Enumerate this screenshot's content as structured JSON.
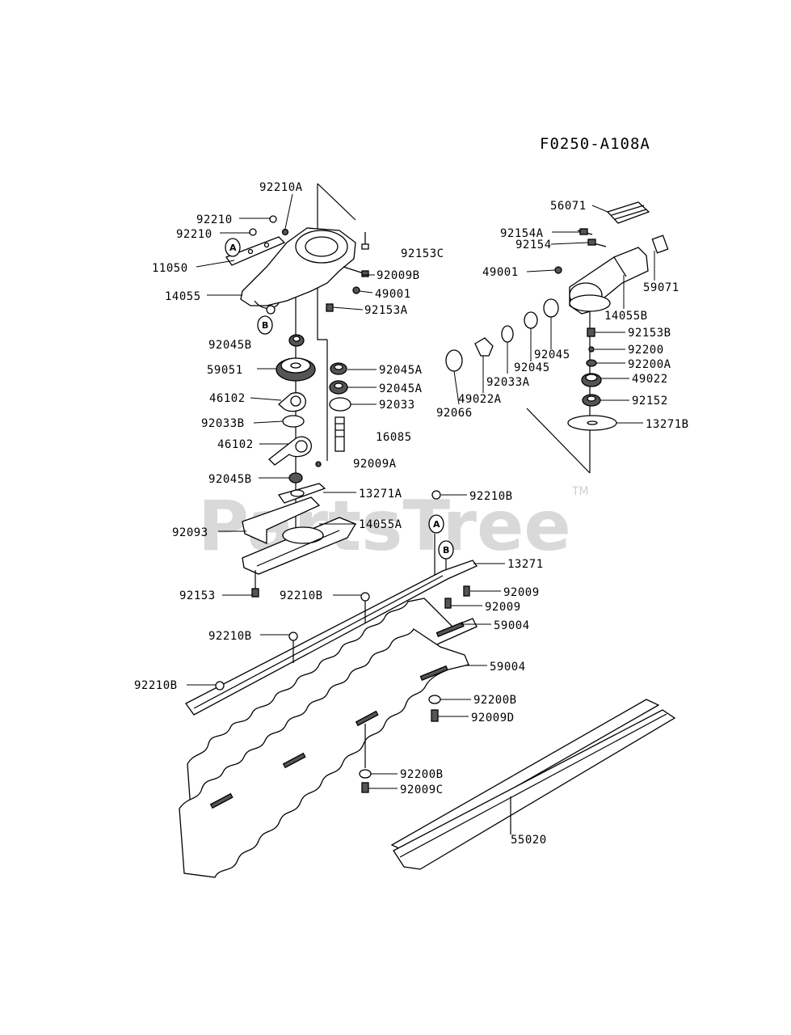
{
  "diagram": {
    "code": "F0250-A108A",
    "watermark": "PartsTree",
    "trademark": "TM",
    "callouts": {
      "a": "A",
      "b": "B"
    },
    "parts": {
      "p92210A": "92210A",
      "p92210_1": "92210",
      "p92210_2": "92210",
      "p11050": "11050",
      "p14055": "14055",
      "p92153C": "92153C",
      "p92009B": "92009B",
      "p49001_l": "49001",
      "p92153A": "92153A",
      "p92045B_1": "92045B",
      "p59051": "59051",
      "p92045A_1": "92045A",
      "p92045A_2": "92045A",
      "p46102_1": "46102",
      "p92033": "92033",
      "p92033B": "92033B",
      "p46102_2": "46102",
      "p16085": "16085",
      "p92009A": "92009A",
      "p92045B_2": "92045B",
      "p13271A": "13271A",
      "p92093": "92093",
      "p14055A": "14055A",
      "p92210B_1": "92210B",
      "p13271": "13271",
      "p92153": "92153",
      "p92210B_2": "92210B",
      "p92009_1": "92009",
      "p92009_2": "92009",
      "p92210B_3": "92210B",
      "p59004_1": "59004",
      "p59004_2": "59004",
      "p92210B_4": "92210B",
      "p92200B_1": "92200B",
      "p92009D": "92009D",
      "p92200B_2": "92200B",
      "p92009C": "92009C",
      "p55020": "55020",
      "p56071": "56071",
      "p92154A": "92154A",
      "p92154": "92154",
      "p49001_r": "49001",
      "p59071": "59071",
      "p14055B": "14055B",
      "p92153B": "92153B",
      "p92045_1": "92045",
      "p92045_2": "92045",
      "p92200": "92200",
      "p92200A": "92200A",
      "p49022": "49022",
      "p92033A": "92033A",
      "p49022A": "49022A",
      "p92066": "92066",
      "p92152": "92152",
      "p13271B": "13271B"
    }
  }
}
